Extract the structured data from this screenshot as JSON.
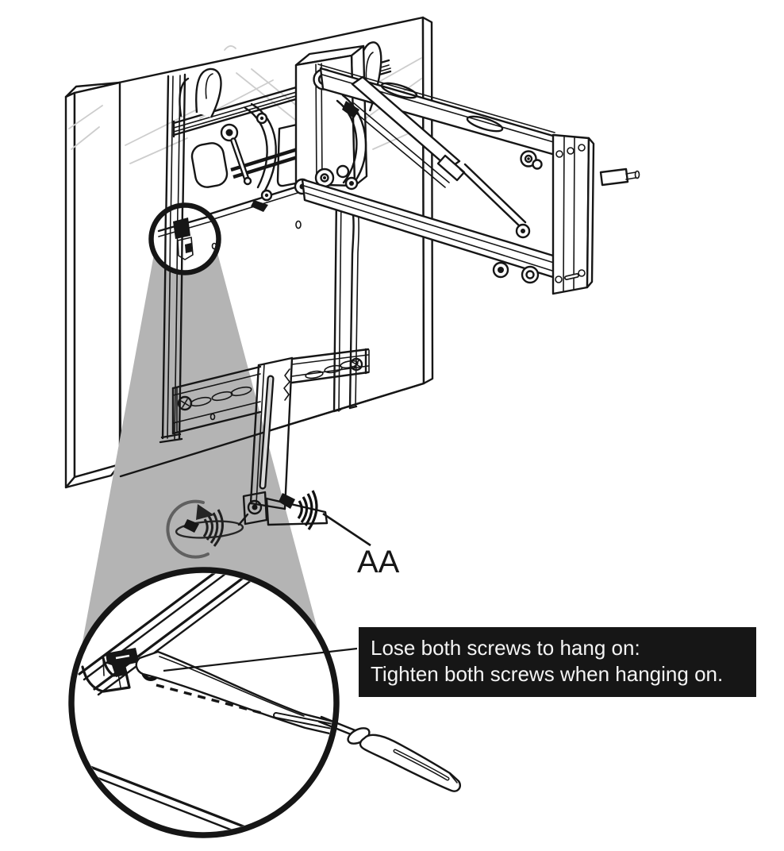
{
  "diagram": {
    "callout_label": "AA",
    "note": {
      "line1": "Lose both screws to hang on:",
      "line2": "Tighten both screws when hanging on."
    },
    "colors": {
      "line": "#161616",
      "magnifier_cone_gray": "#b4b4b4",
      "note_background": "#161616",
      "note_text": "#f4f4f4",
      "canvas_background": "#ffffff"
    }
  }
}
